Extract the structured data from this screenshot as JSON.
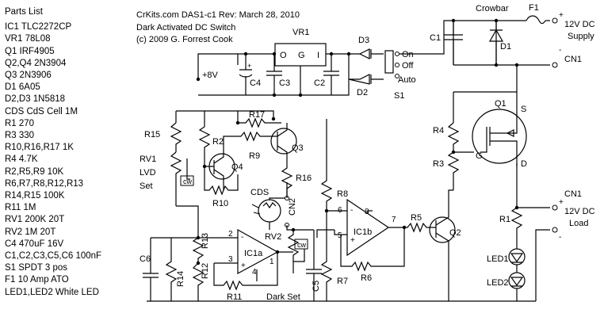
{
  "parts_list": {
    "title": "Parts List",
    "items": [
      "IC1  TLC2272CP",
      "VR1  78L08",
      "Q1  IRF4905",
      "Q2,Q4  2N3904",
      "Q3  2N3906",
      "D1  6A05",
      "D2,D3  1N5818",
      "CDS  CdS Cell 1M",
      "R1  270",
      "R3  330",
      "R10,R16,R17  1K",
      "R4  4.7K",
      "R2,R5,R9  10K",
      "R6,R7,R8,R12,R13",
      "R14,R15  100K",
      "R11  1M",
      "RV1  200K 20T",
      "RV2  1M  20T",
      "C4  470uF 16V",
      "C1,C2,C3,C5,C6  100nF",
      "S1  SPDT 3 pos",
      "F1  10 Amp ATO",
      "LED1,LED2  White LED"
    ]
  },
  "header": {
    "line1": "CrKits.com   DAS1-c1   Rev: March 28, 2010",
    "line2": "Dark Activated DC Switch",
    "line3": "(c) 2009  G. Forrest Cook"
  },
  "labels": {
    "crowbar": "Crowbar",
    "f1": "F1",
    "c1": "C1",
    "d1": "D1",
    "supply1": "12V DC",
    "supply2": "Supply",
    "plus": "+",
    "minus": "-",
    "cn1_top": "CN1",
    "cn1_bot": "CN1",
    "load1": "12V DC",
    "load2": "Load",
    "vr1": "VR1",
    "vr1_g": "G",
    "vr1_i": "I",
    "vr1_o": "O",
    "d3": "D3",
    "d2": "D2",
    "s1": "S1",
    "on": "On",
    "off": "Off",
    "auto": "Auto",
    "c4": "C4",
    "c3": "C3",
    "c2": "C2",
    "plus8v": "+8V",
    "q1": "Q1",
    "q1_s": "S",
    "q1_g": "G",
    "q1_d": "D",
    "r4": "R4",
    "r3": "R3",
    "r1": "R1",
    "led1": "LED1",
    "led2": "LED2",
    "r15": "R15",
    "rv1a": "RV1",
    "rv1b": "LVD",
    "rv1c": "Set",
    "cw1": "cw",
    "r17": "R17",
    "r2": "R2",
    "r9": "R9",
    "q3": "Q3",
    "q4": "Q4",
    "r10": "R10",
    "r16": "R16",
    "cds": "CDS",
    "cn2": "CN2",
    "r8": "R8",
    "r7": "R7",
    "r5": "R5",
    "q2": "Q2",
    "r6": "R6",
    "ic1b": "IC1b",
    "ic1a": "IC1a",
    "rv2": "RV2",
    "cw2": "cw",
    "r13": "R13",
    "r12": "R12",
    "r14": "R14",
    "c6": "C6",
    "c5": "C5",
    "r11": "R11",
    "dark_set": "Dark Set",
    "pin2": "2",
    "pin3": "3",
    "pin1": "1",
    "pin4": "4",
    "pin6": "6",
    "pin5": "5",
    "pin7": "7",
    "pin8": "8"
  }
}
